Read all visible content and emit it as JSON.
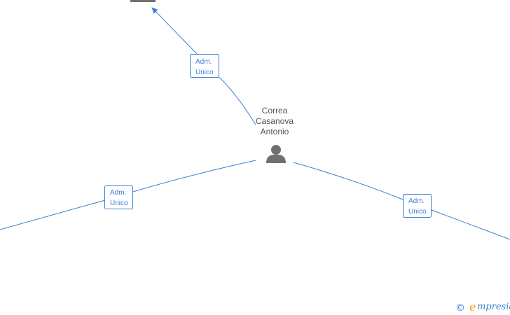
{
  "graph": {
    "center_node": {
      "name_lines": [
        "Correa",
        "Casanova",
        "Antonio"
      ],
      "icon": "person-icon"
    },
    "company_nodes": [
      {
        "icon": "building-icon"
      }
    ],
    "edges": [
      {
        "label_lines": [
          "Adm.",
          "Unico"
        ]
      },
      {
        "label_lines": [
          "Adm.",
          "Unico"
        ]
      },
      {
        "label_lines": [
          "Adm.",
          "Unico"
        ]
      }
    ]
  },
  "footer": {
    "copyright_symbol": "©",
    "brand_initial": "e",
    "brand_rest": "mpresia"
  },
  "colors": {
    "edge": "#3a7fd5",
    "icon": "#707070",
    "label_text": "#555555"
  }
}
